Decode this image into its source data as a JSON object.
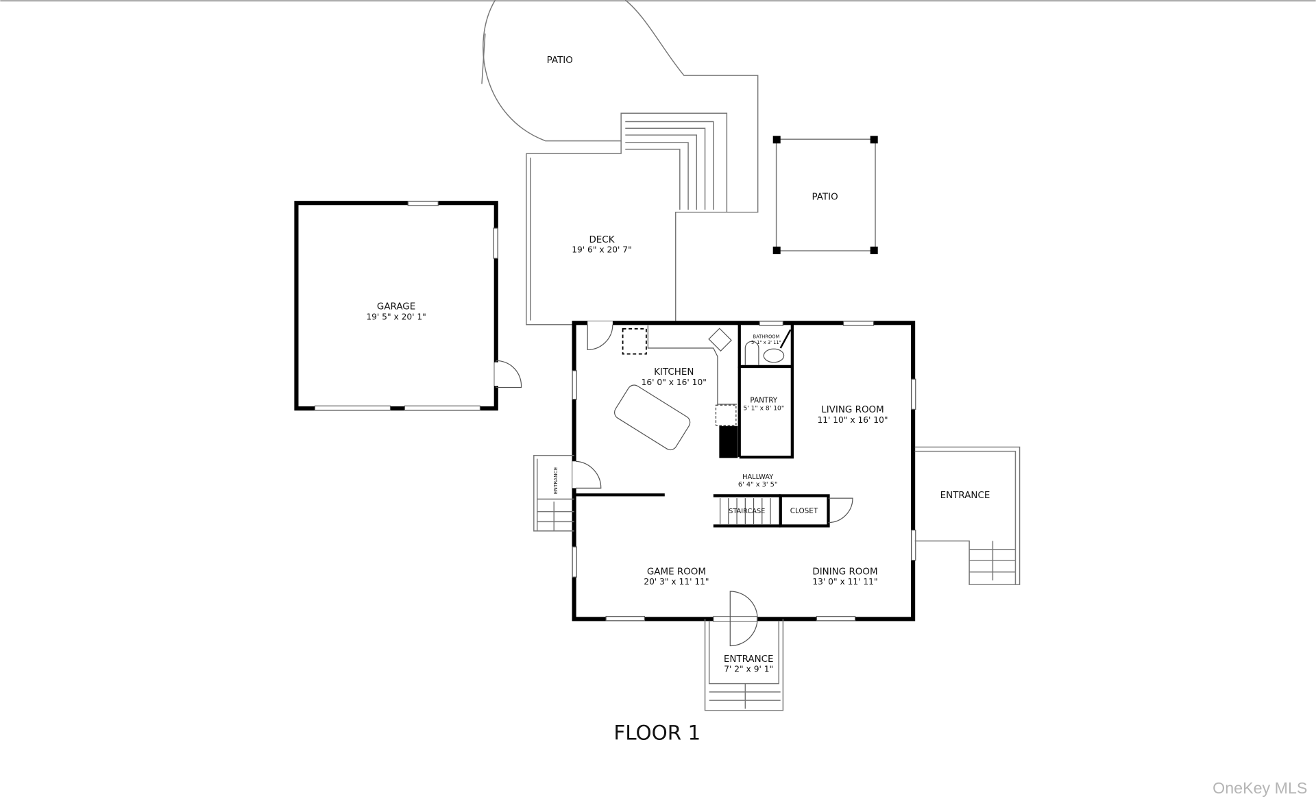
{
  "floor_title": "FLOOR 1",
  "watermark": "OneKey MLS",
  "rooms": {
    "patio_top": {
      "name": "PATIO"
    },
    "patio_right": {
      "name": "PATIO"
    },
    "deck": {
      "name": "DECK",
      "size": "19' 6\" x 20' 7\""
    },
    "garage": {
      "name": "GARAGE",
      "size": "19' 5\" x 20' 1\""
    },
    "kitchen": {
      "name": "KITCHEN",
      "size": "16' 0\" x 16' 10\""
    },
    "bathroom": {
      "name": "BATHROOM",
      "size": "5' 1\" x 3' 11\""
    },
    "pantry": {
      "name": "PANTRY",
      "size": "5' 1\" x 8' 10\""
    },
    "living_room": {
      "name": "LIVING ROOM",
      "size": "11' 10\" x 16' 10\""
    },
    "hallway": {
      "name": "HALLWAY",
      "size": "6' 4\" x 3' 5\""
    },
    "staircase": {
      "name": "STAIRCASE"
    },
    "closet": {
      "name": "CLOSET"
    },
    "game_room": {
      "name": "GAME ROOM",
      "size": "20' 3\" x 11' 11\""
    },
    "dining_room": {
      "name": "DINING ROOM",
      "size": "13' 0\" x 11' 11\""
    },
    "entrance_left": {
      "name": "ENTRANCE"
    },
    "entrance_right": {
      "name": "ENTRANCE"
    },
    "entrance_front": {
      "name": "ENTRANCE",
      "size": "7' 2\" x 9' 1\""
    }
  }
}
